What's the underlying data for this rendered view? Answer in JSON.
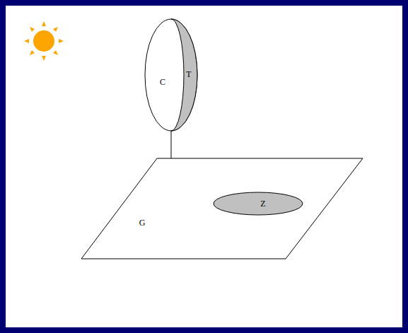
{
  "diagram": {
    "nodes": [
      {
        "text": [
          "C",
          "T"
        ]
      },
      {
        "text": [
          "G"
        ]
      },
      {
        "text": [
          "Z"
        ],
        "in": 1
      }
    ],
    "edges": [
      {
        "from": 0,
        "to": 2,
        "arrow": "none"
      }
    ]
  }
}
